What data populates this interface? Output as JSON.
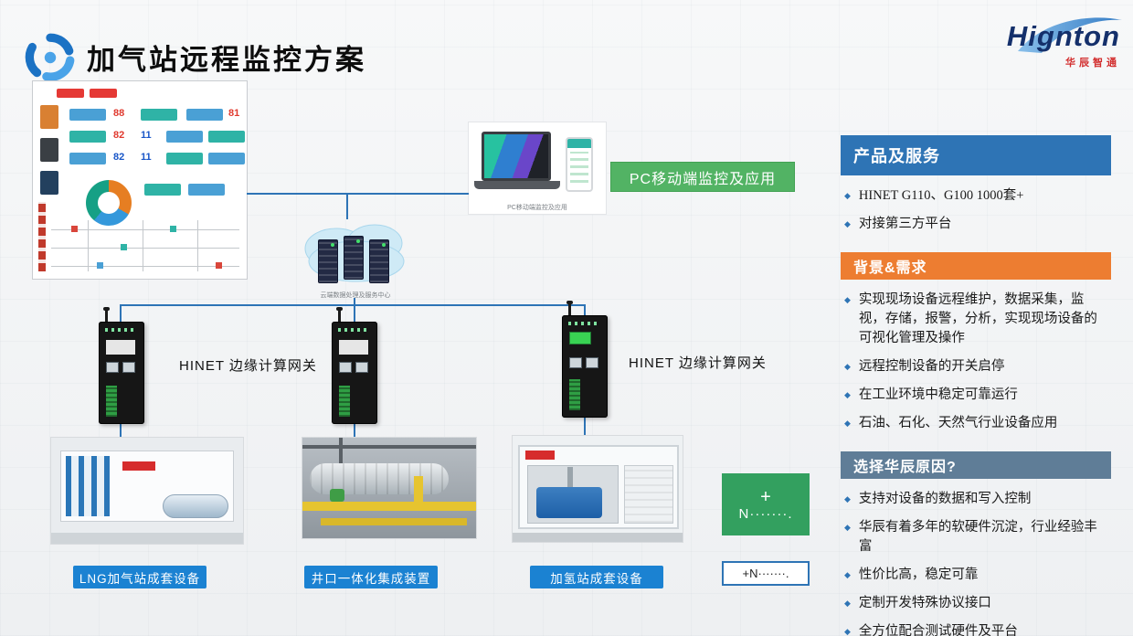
{
  "page": {
    "title": "加气站远程监控方案"
  },
  "brand": {
    "name": "Hignton",
    "subtitle": "华辰智通"
  },
  "monitor": {
    "values": [
      "88",
      "81",
      "82",
      "11",
      "82",
      "11"
    ]
  },
  "diagram": {
    "pc_tag": "PC移动端监控及应用",
    "pc_caption": "PC移动端监控及应用",
    "cloud_caption": "云端数据处理及服务中心",
    "gateway_label_left": "HINET 边缘计算网关",
    "gateway_label_right": "HINET 边缘计算网关",
    "plus_sign": "+",
    "plus_n": "N·······.",
    "plus_n_small": "+N·······.",
    "equipment": [
      {
        "label": "LNG加气站成套设备"
      },
      {
        "label": "井口一体化集成装置"
      },
      {
        "label": "加氢站成套设备"
      }
    ]
  },
  "sidebar": {
    "sections": [
      {
        "title": "产品及服务",
        "items": [
          "HINET G110、G100  1000套+",
          "对接第三方平台"
        ]
      },
      {
        "title": "背景&需求",
        "items": [
          "实现现场设备远程维护，数据采集，监视，存储，报警，分析，实现现场设备的可视化管理及操作",
          "远程控制设备的开关启停",
          "在工业环境中稳定可靠运行",
          "石油、石化、天然气行业设备应用"
        ]
      },
      {
        "title": "选择华辰原因?",
        "items": [
          "支持对设备的数据和写入控制",
          "华辰有着多年的软硬件沉淀，行业经验丰富",
          "性价比高，稳定可靠",
          "定制开发特殊协议接口",
          "全方位配合测试硬件及平台"
        ]
      }
    ]
  },
  "colors": {
    "accent_blue": "#2e74b5",
    "accent_orange": "#ed7d31",
    "accent_steel": "#5f7d97",
    "green_tag": "#52b364",
    "green_box": "#33a05f",
    "blue_label": "#1b82d2",
    "line_blue": "#2e74b6",
    "brand_navy": "#14306b",
    "brand_red": "#d22c2c"
  }
}
